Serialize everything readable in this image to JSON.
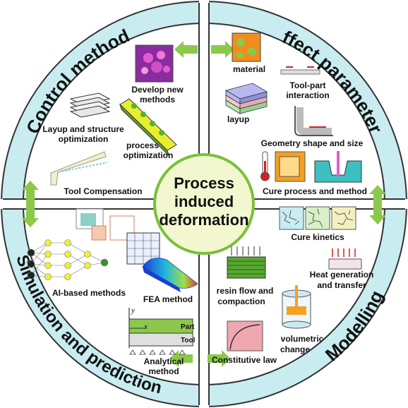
{
  "center": {
    "line1": "Process",
    "line2": "induced",
    "line3": "deformation"
  },
  "quadrants": {
    "top_left": "Control method",
    "top_right": "Affect parameters",
    "bottom_right": "Modelling",
    "bottom_left": "Simulation and prediction"
  },
  "labels": {
    "develop1": "Develop new",
    "develop2": "methods",
    "layup_opt1": "Layup and structure",
    "layup_opt2": "optimization",
    "proc_opt1": "process",
    "proc_opt2": "optimization",
    "tool_comp": "Tool Compensation",
    "material": "material",
    "toolpart1": "Tool-part",
    "toolpart2": "interaction",
    "layup": "layup",
    "geometry": "Geometry shape and size",
    "cure_proc": "Cure process and method",
    "cure_kin": "Cure kinetics",
    "heat1": "Heat generation",
    "heat2": "and transfer",
    "resin1": "resin flow and",
    "resin2": "compaction",
    "vol1": "volumetric",
    "vol2": "change",
    "constitutive": "Constitutive law",
    "ai": "AI-based methods",
    "fea": "FEA method",
    "analytical1": "Analytical",
    "analytical2": "method",
    "part": "Part",
    "tool": "Tool",
    "axis_x": "x",
    "axis_y": "y"
  },
  "colors": {
    "ring": "#c8ecf0",
    "ring_stroke": "#333333",
    "center_fill": "#f2f7d0",
    "center_stroke": "#7bbf3a",
    "arrow": "#8cc84b"
  }
}
